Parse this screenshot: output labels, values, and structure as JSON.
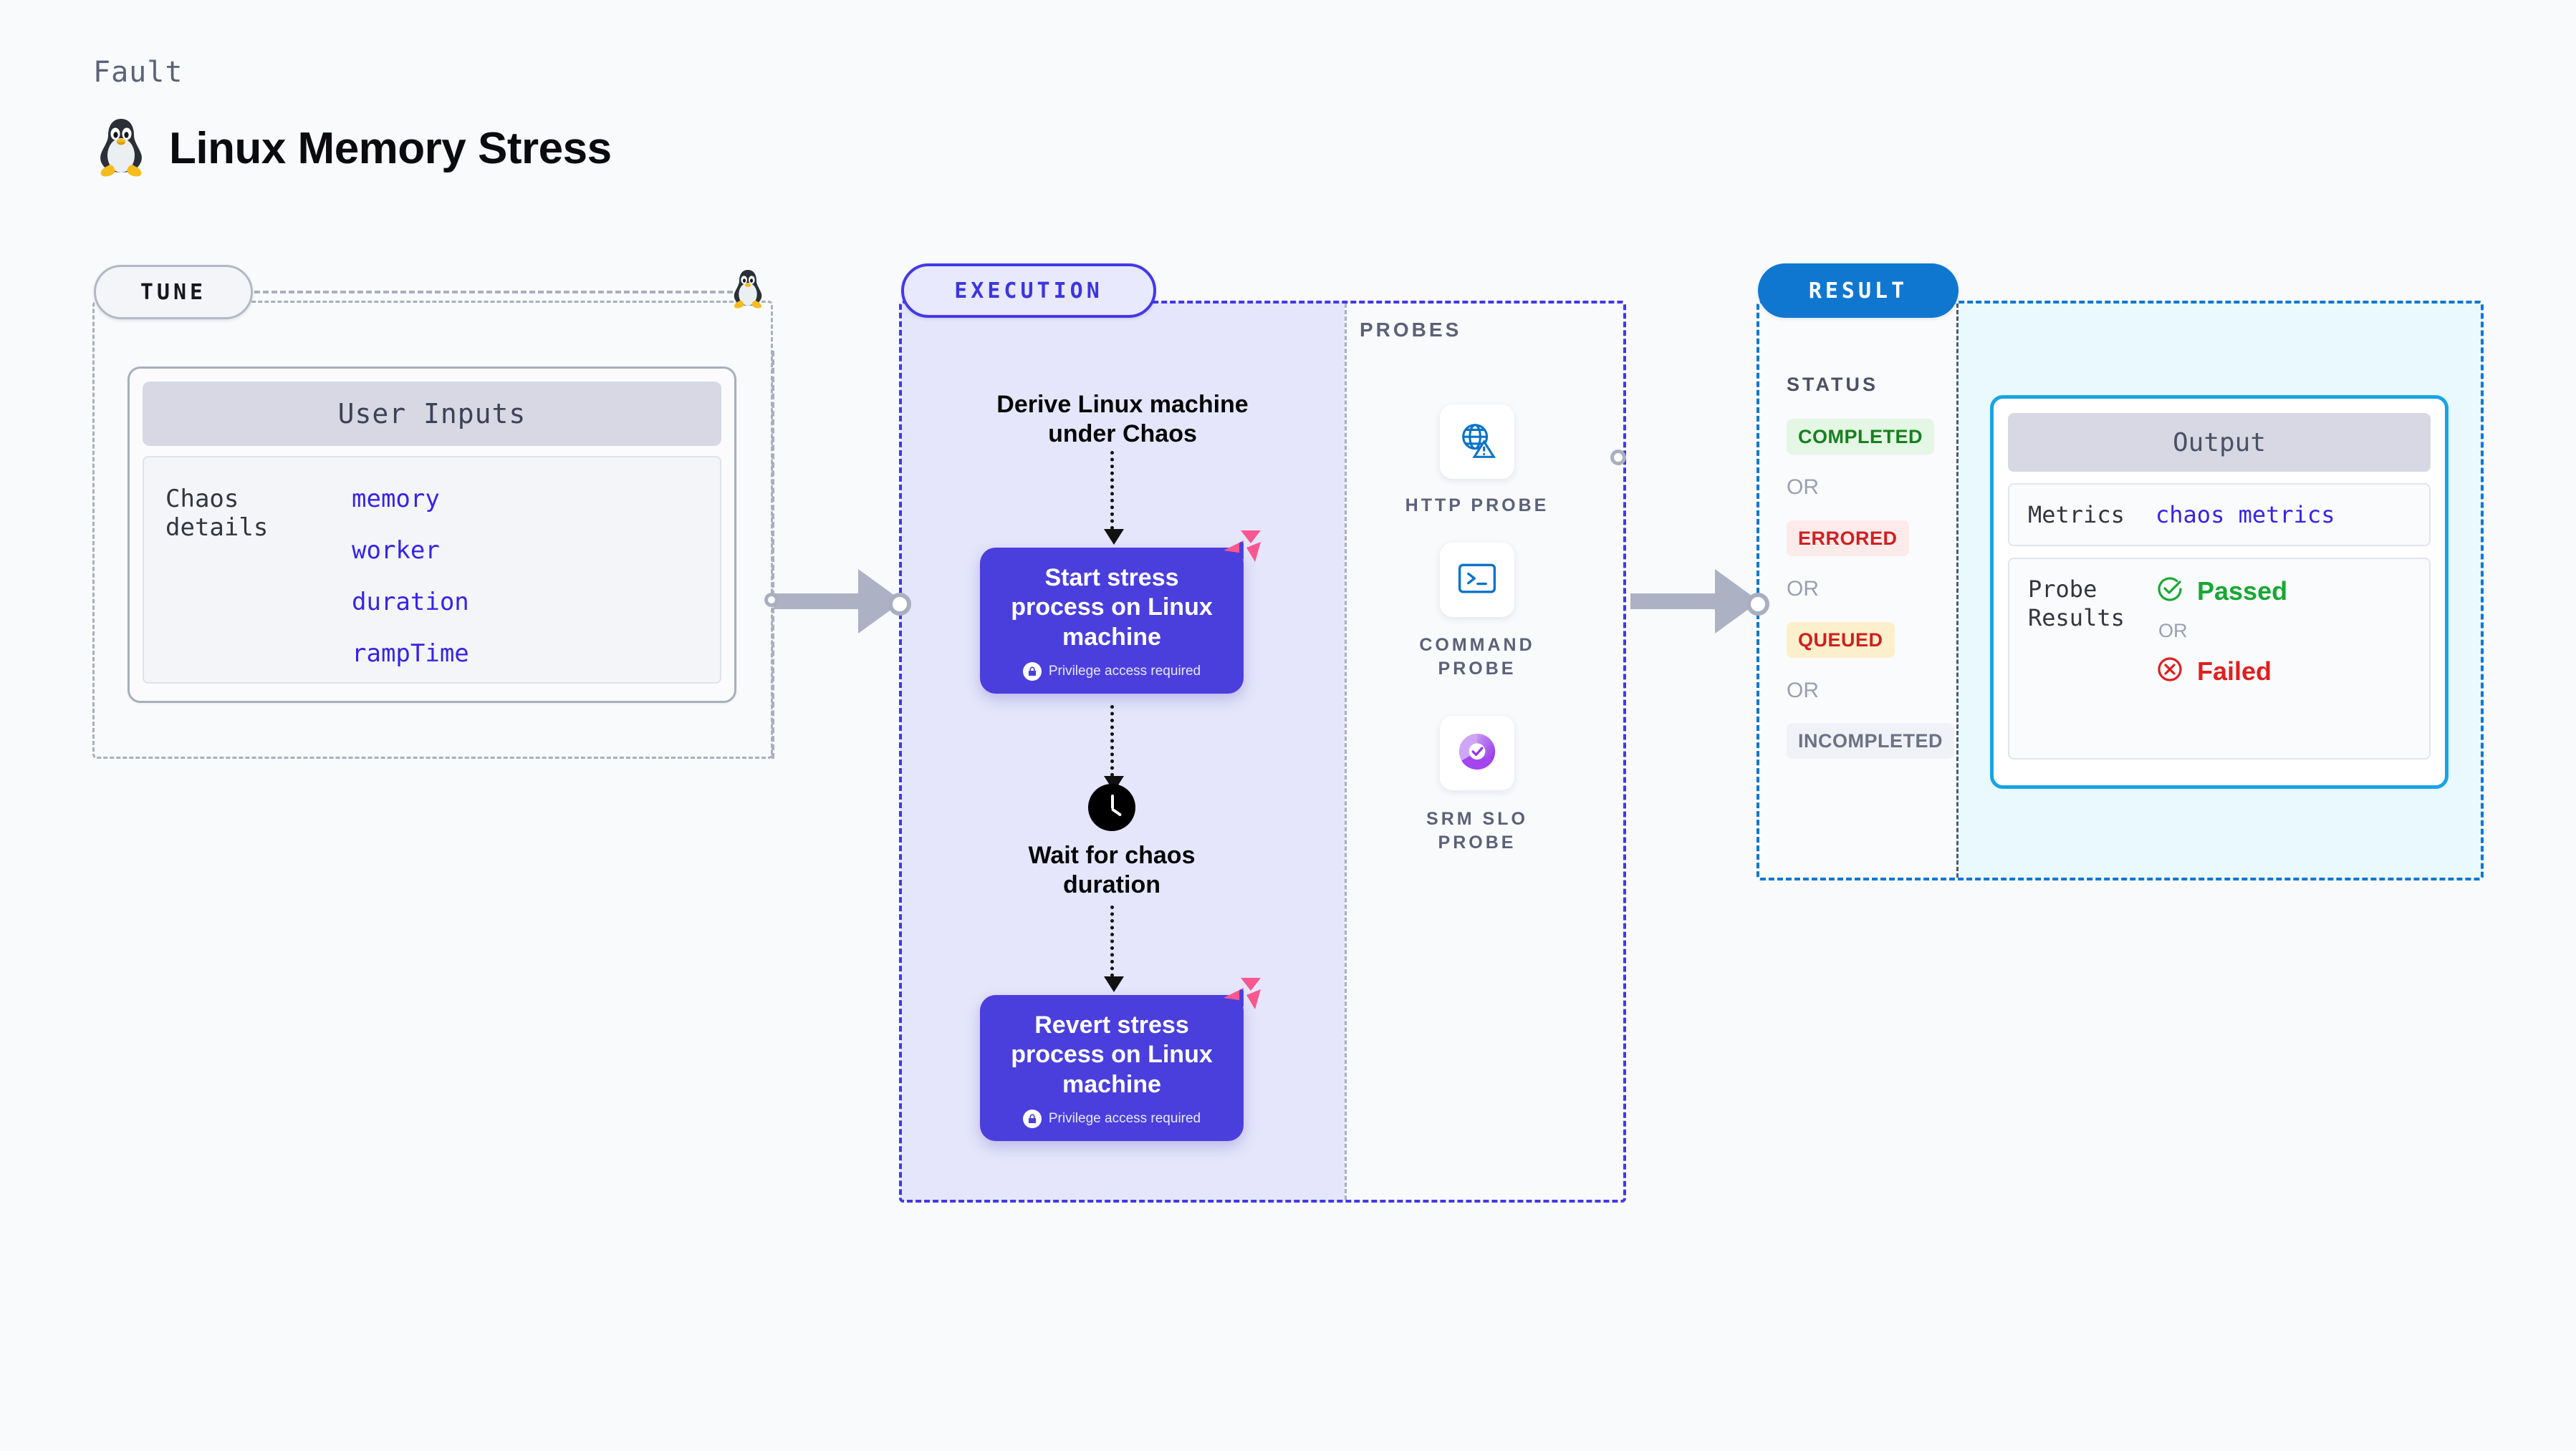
{
  "header": {
    "eyebrow": "Fault",
    "title": "Linux Memory Stress",
    "icon": "linux-tux-icon"
  },
  "colors": {
    "page_bg": "#f8fafc",
    "tune_border": "#a9afbd",
    "execution_accent": "#4338e8",
    "execution_fill": "#e5e6fb",
    "result_accent": "#1077d1",
    "result_fill": "#e9f9fd",
    "step_box": "#4a3fdd",
    "harness_mark": "#f9578f",
    "mono_value": "#3624e6",
    "status_completed_bg": "#e4f6e4",
    "status_completed_fg": "#17801e",
    "status_errored_bg": "#fdeaea",
    "status_errored_fg": "#cf2020",
    "status_queued_bg": "#fcf0cc",
    "status_queued_fg": "#cf2020",
    "status_incompleted_bg": "#f1f2f7",
    "status_incompleted_fg": "#6b7285",
    "pass_green": "#17a833",
    "fail_red": "#e01f1f"
  },
  "tune": {
    "pill_label": "TUNE",
    "card": {
      "header": "User Inputs",
      "key": "Chaos details",
      "values": [
        "memory",
        "worker",
        "duration",
        "rampTime"
      ]
    }
  },
  "execution": {
    "pill_label": "EXECUTION",
    "steps": [
      {
        "type": "text",
        "label": "Derive Linux machine\nunder Chaos"
      },
      {
        "type": "box",
        "title": "Start stress\nprocess on Linux\nmachine",
        "badge": "Privilege access required",
        "badge_icon": "lock-icon"
      },
      {
        "type": "wait",
        "icon": "clock-icon",
        "label": "Wait for chaos\nduration"
      },
      {
        "type": "box",
        "title": "Revert stress\nprocess on Linux\nmachine",
        "badge": "Privilege access required",
        "badge_icon": "lock-icon"
      }
    ]
  },
  "probes": {
    "section_label": "PROBES",
    "items": [
      {
        "label": "HTTP PROBE",
        "icon": "globe-warning-icon"
      },
      {
        "label": "COMMAND PROBE",
        "icon": "terminal-prompt-icon"
      },
      {
        "label": "SRM SLO PROBE",
        "icon": "slo-donut-check-icon"
      }
    ]
  },
  "result": {
    "pill_label": "RESULT",
    "status_label": "STATUS",
    "or_text": "OR",
    "statuses": [
      {
        "label": "COMPLETED",
        "bg": "#e4f6e4",
        "fg": "#17801e"
      },
      {
        "label": "ERRORED",
        "bg": "#fdeaea",
        "fg": "#cf2020"
      },
      {
        "label": "QUEUED",
        "bg": "#fcf0cc",
        "fg": "#cf2020"
      },
      {
        "label": "INCOMPLETED",
        "bg": "#f1f2f7",
        "fg": "#6b7285"
      }
    ],
    "output": {
      "header": "Output",
      "metrics_key": "Metrics",
      "metrics_value": "chaos metrics",
      "probe_results_key": "Probe\nResults",
      "passed_label": "Passed",
      "failed_label": "Failed",
      "or_text": "OR",
      "passed_icon": "check-circle-icon",
      "failed_icon": "x-circle-icon"
    }
  }
}
